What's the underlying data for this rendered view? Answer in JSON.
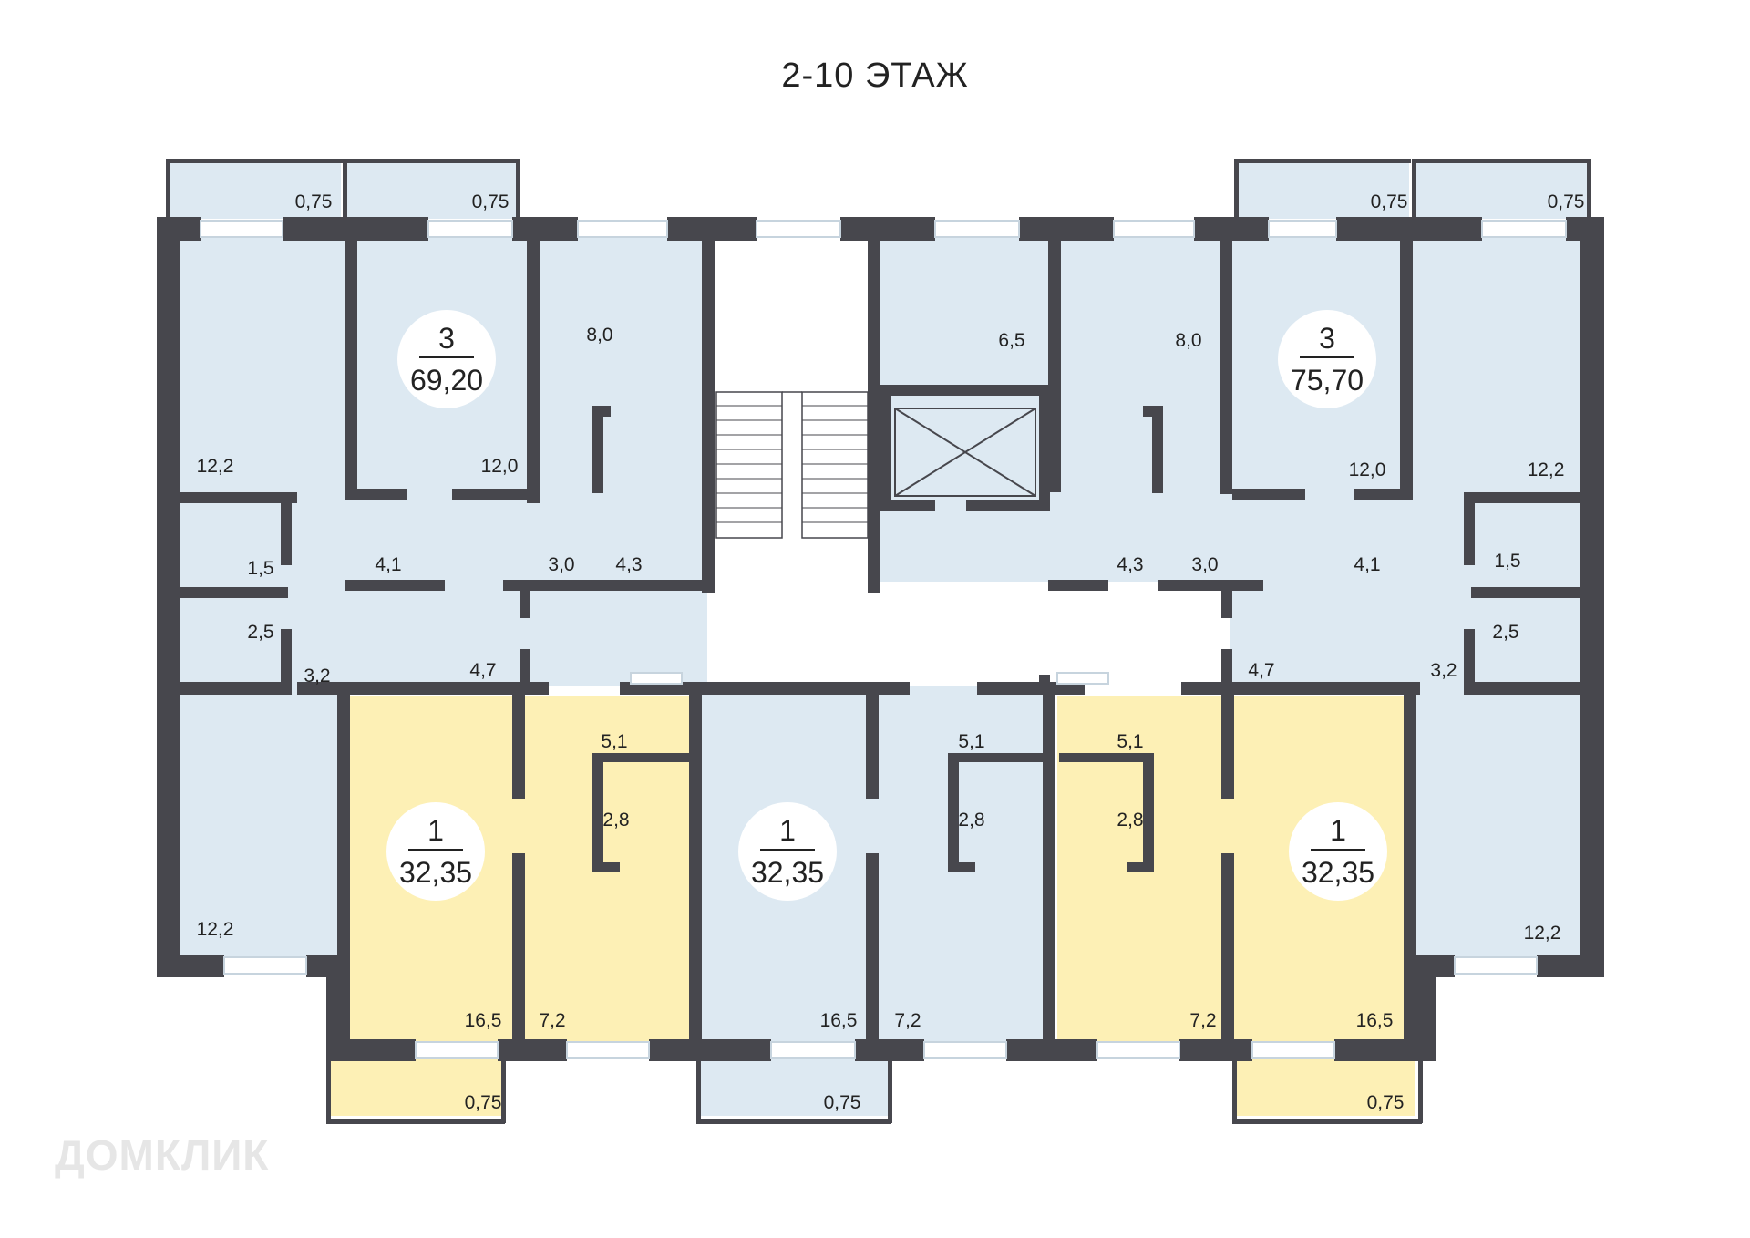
{
  "floor_title": "2-10 ЭТАЖ",
  "colors": {
    "wall": "#47474d",
    "blue": "#dde9f2",
    "yellow": "#fdf0b5",
    "white": "#ffffff"
  },
  "apartments": [
    {
      "id": "apt-left-3",
      "rooms": "3",
      "area": "69,20"
    },
    {
      "id": "apt-right-3",
      "rooms": "3",
      "area": "75,70"
    },
    {
      "id": "apt-1-a",
      "rooms": "1",
      "area": "32,35"
    },
    {
      "id": "apt-1-b",
      "rooms": "1",
      "area": "32,35"
    },
    {
      "id": "apt-1-c",
      "rooms": "1",
      "area": "32,35"
    }
  ],
  "room_areas": [
    "0,75",
    "0,75",
    "0,75",
    "0,75",
    "12,2",
    "12,0",
    "8,0",
    "6,5",
    "8,0",
    "12,0",
    "12,2",
    "4,1",
    "3,0",
    "4,3",
    "4,3",
    "3,0",
    "4,1",
    "1,5",
    "2,5",
    "3,2",
    "4,7",
    "4,7",
    "3,2",
    "2,5",
    "1,5",
    "5,1",
    "5,1",
    "5,1",
    "2,8",
    "2,8",
    "2,8",
    "12,2",
    "12,2",
    "16,5",
    "7,2",
    "16,5",
    "7,2",
    "7,2",
    "16,5",
    "0,75",
    "0,75",
    "0,75"
  ],
  "watermark": "ДОМКЛИК"
}
